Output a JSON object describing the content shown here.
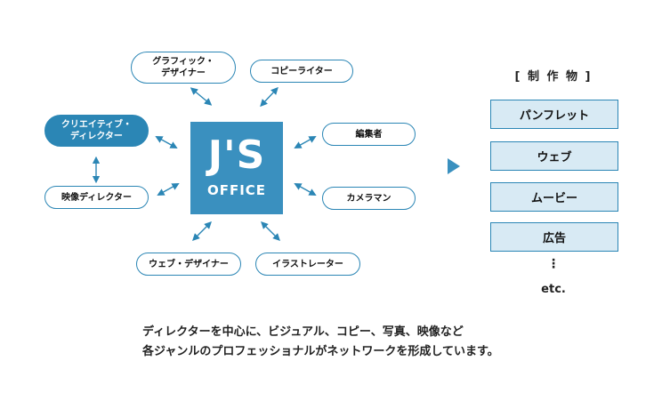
{
  "center": {
    "logo_main": "J'S",
    "logo_sub": "OFFICE"
  },
  "roles": {
    "graphic_designer": [
      "グラフィック・",
      "デザイナー"
    ],
    "copywriter": "コピーライター",
    "creative_director": [
      "クリエイティブ・",
      "ディレクター"
    ],
    "editor": "編集者",
    "video_director": "映像ディレクター",
    "cameraman": "カメラマン",
    "web_designer": "ウェブ・デザイナー",
    "illustrator": "イラストレーター"
  },
  "products": {
    "title": "[ 制 作 物 ]",
    "items": [
      "パンフレット",
      "ウェブ",
      "ムービー",
      "広告"
    ],
    "ellipsis": "⋮",
    "etc": "etc."
  },
  "description": {
    "line1": "ディレクターを中心に、ビジュアル、コピー、写真、映像など",
    "line2": "各ジャンルのプロフェッショナルがネットワークを形成しています。"
  },
  "colors": {
    "accent": "#2b86b5",
    "logo_bg": "#3a90bf",
    "product_bg": "#d8eaf4"
  }
}
